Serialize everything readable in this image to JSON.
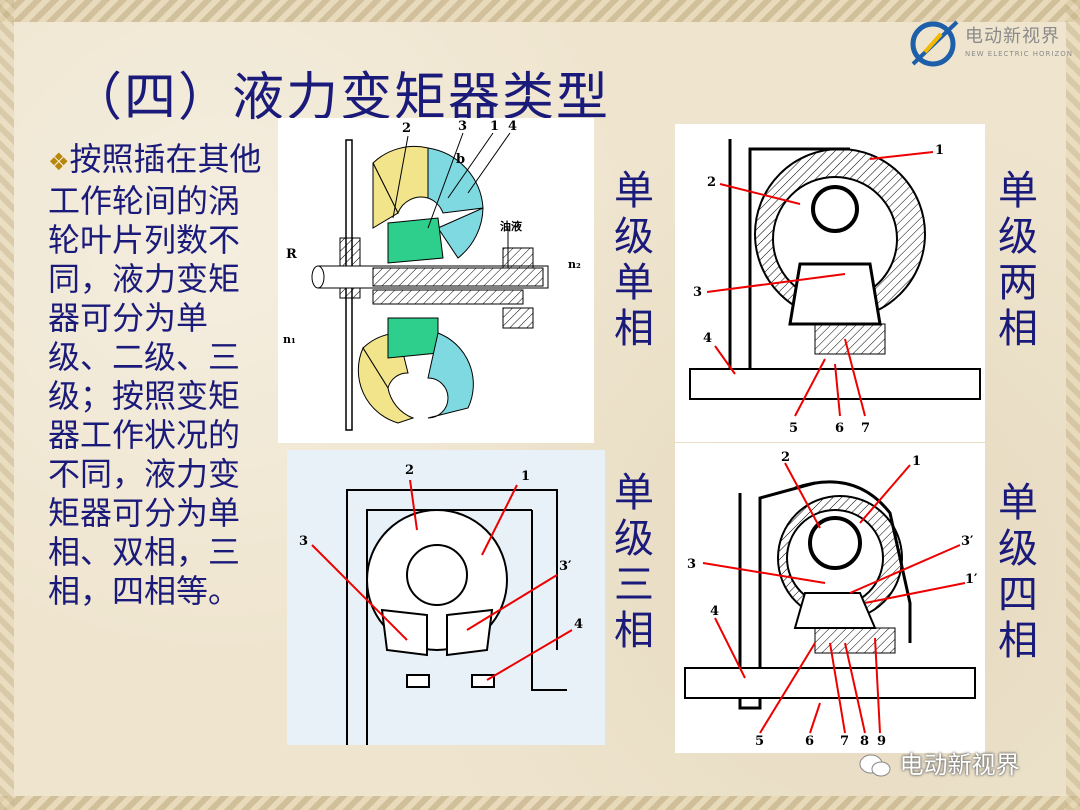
{
  "title": "（四）液力变矩器类型",
  "logo": {
    "name": "电动新视界",
    "subtitle": "NEW ELECTRIC HORIZON"
  },
  "body": {
    "bullet": "❖",
    "text": "按照插在其他工作轮间的涡轮叶片列数不同，液力变矩器可分为单级、二级、三级；按照变矩器工作状况的不同，液力变矩器可分为单相、双相，三相，四相等。"
  },
  "labels": {
    "single_single": "单级单相",
    "single_two": "单级两相",
    "single_three": "单级三相",
    "single_four": "单级四相"
  },
  "diagram1": {
    "n1": "2",
    "n2": "3",
    "n3": "1",
    "n4": "4",
    "b": "b",
    "oil": "油液",
    "R": "R",
    "n_1": "n₁",
    "n_2": "n₂"
  },
  "diagram2": {
    "l1": "1",
    "l2": "2",
    "l3": "3",
    "l4": "4",
    "l5": "5",
    "l6": "6",
    "l7": "7"
  },
  "diagram3": {
    "l1": "1",
    "l2": "2",
    "l3": "3",
    "l3p": "3′",
    "l4": "4"
  },
  "diagram4": {
    "l1": "1",
    "l2": "2",
    "l3": "3",
    "l3p": "3′",
    "l1p": "1′",
    "l4": "4",
    "l5": "5",
    "l6": "6",
    "l7": "7",
    "l8": "8",
    "l9": "9"
  },
  "watermark": "电动新视界",
  "colors": {
    "title": "#1a1a7a",
    "pump": "#7fd9e0",
    "turbine": "#f2e48a",
    "stator": "#2ecf8c"
  }
}
